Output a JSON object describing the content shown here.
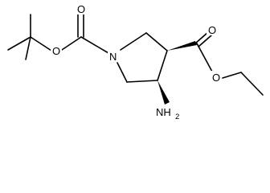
{
  "molecule": {
    "atoms": {
      "ring_nitrogen": "N",
      "carbamate_carbonyl_oxygen": "O",
      "carbamate_ether_oxygen": "O",
      "ester_carbonyl_oxygen": "O",
      "ester_ether_oxygen": "O",
      "amine": "NH",
      "amine_subscript": "2"
    },
    "stereo_bonds": [
      "wedge-to-ester",
      "wedge-to-amine"
    ],
    "colors": {
      "bond": "#000000",
      "label": "#000000",
      "background": "#ffffff"
    }
  }
}
